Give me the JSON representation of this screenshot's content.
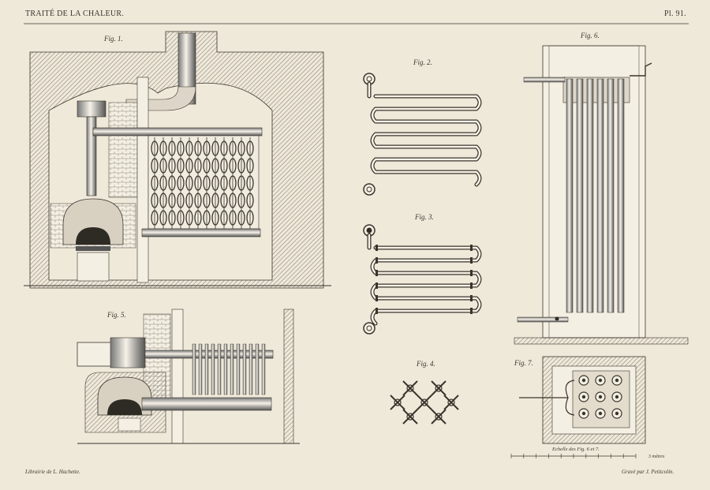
{
  "header": {
    "title": "TRAITÉ DE LA CHALEUR.",
    "plate": "Pl. 91."
  },
  "figures": {
    "fig1": "Fig. 1.",
    "fig2": "Fig. 2.",
    "fig3": "Fig. 3.",
    "fig4": "Fig. 4.",
    "fig5": "Fig. 5.",
    "fig6": "Fig. 6.",
    "fig7": "Fig. 7."
  },
  "scale": {
    "caption": "Echelle des Fig. 6 et 7.",
    "unit": "3 mètres"
  },
  "footer": {
    "publisher": "Librairie de L. Hachette.",
    "engraver": "Gravé par J. Petitcolin."
  },
  "colors": {
    "paper": "#efe9da",
    "ink": "#3a342c",
    "hatch": "#8c8579"
  }
}
